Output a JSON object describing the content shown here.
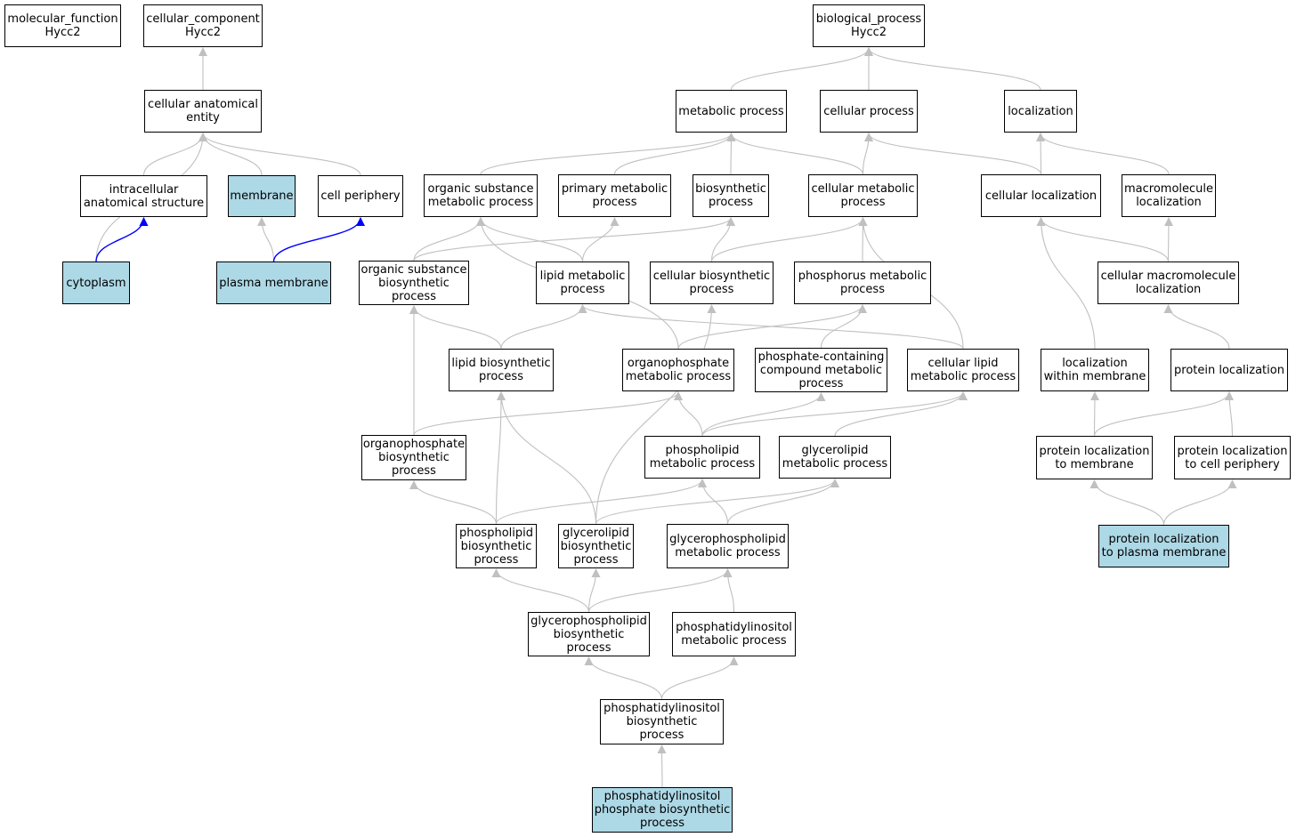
{
  "nodes": [
    {
      "id": "molecular_function",
      "label": "molecular_function\nHycc2",
      "highlight": false
    },
    {
      "id": "cellular_component",
      "label": "cellular_component\nHycc2",
      "highlight": false
    },
    {
      "id": "biological_process",
      "label": "biological_process\nHycc2",
      "highlight": false
    },
    {
      "id": "cellular_anatomical_entity",
      "label": "cellular anatomical\nentity",
      "highlight": false
    },
    {
      "id": "intracellular_anatomical_structure",
      "label": "intracellular\nanatomical structure",
      "highlight": false
    },
    {
      "id": "membrane",
      "label": "membrane",
      "highlight": true
    },
    {
      "id": "cell_periphery",
      "label": "cell periphery",
      "highlight": false
    },
    {
      "id": "cytoplasm",
      "label": "cytoplasm",
      "highlight": true
    },
    {
      "id": "plasma_membrane",
      "label": "plasma membrane",
      "highlight": true
    },
    {
      "id": "metabolic_process",
      "label": "metabolic process",
      "highlight": false
    },
    {
      "id": "cellular_process",
      "label": "cellular process",
      "highlight": false
    },
    {
      "id": "localization",
      "label": "localization",
      "highlight": false
    },
    {
      "id": "organic_substance_metabolic_process",
      "label": "organic substance\nmetabolic process",
      "highlight": false
    },
    {
      "id": "primary_metabolic_process",
      "label": "primary metabolic\nprocess",
      "highlight": false
    },
    {
      "id": "biosynthetic_process",
      "label": "biosynthetic\nprocess",
      "highlight": false
    },
    {
      "id": "cellular_metabolic_process",
      "label": "cellular metabolic\nprocess",
      "highlight": false
    },
    {
      "id": "cellular_localization",
      "label": "cellular localization",
      "highlight": false
    },
    {
      "id": "macromolecule_localization",
      "label": "macromolecule\nlocalization",
      "highlight": false
    },
    {
      "id": "organic_substance_biosynthetic_process",
      "label": "organic substance\nbiosynthetic\nprocess",
      "highlight": false
    },
    {
      "id": "lipid_metabolic_process",
      "label": "lipid metabolic\nprocess",
      "highlight": false
    },
    {
      "id": "cellular_biosynthetic_process",
      "label": "cellular biosynthetic\nprocess",
      "highlight": false
    },
    {
      "id": "phosphorus_metabolic_process",
      "label": "phosphorus metabolic\nprocess",
      "highlight": false
    },
    {
      "id": "cellular_macromolecule_localization",
      "label": "cellular macromolecule\nlocalization",
      "highlight": false
    },
    {
      "id": "lipid_biosynthetic_process",
      "label": "lipid biosynthetic\nprocess",
      "highlight": false
    },
    {
      "id": "organophosphate_metabolic_process",
      "label": "organophosphate\nmetabolic process",
      "highlight": false
    },
    {
      "id": "phosphate_containing_compound_metabolic_process",
      "label": "phosphate-containing\ncompound metabolic\nprocess",
      "highlight": false
    },
    {
      "id": "cellular_lipid_metabolic_process",
      "label": "cellular lipid\nmetabolic process",
      "highlight": false
    },
    {
      "id": "localization_within_membrane",
      "label": "localization\nwithin membrane",
      "highlight": false
    },
    {
      "id": "protein_localization",
      "label": "protein localization",
      "highlight": false
    },
    {
      "id": "organophosphate_biosynthetic_process",
      "label": "organophosphate\nbiosynthetic\nprocess",
      "highlight": false
    },
    {
      "id": "phospholipid_metabolic_process",
      "label": "phospholipid\nmetabolic process",
      "highlight": false
    },
    {
      "id": "glycerolipid_metabolic_process",
      "label": "glycerolipid\nmetabolic process",
      "highlight": false
    },
    {
      "id": "protein_localization_to_membrane",
      "label": "protein localization\nto membrane",
      "highlight": false
    },
    {
      "id": "protein_localization_to_cell_periphery",
      "label": "protein localization\nto cell periphery",
      "highlight": false
    },
    {
      "id": "phospholipid_biosynthetic_process",
      "label": "phospholipid\nbiosynthetic\nprocess",
      "highlight": false
    },
    {
      "id": "glycerolipid_biosynthetic_process",
      "label": "glycerolipid\nbiosynthetic\nprocess",
      "highlight": false
    },
    {
      "id": "glycerophospholipid_metabolic_process",
      "label": "glycerophospholipid\nmetabolic process",
      "highlight": false
    },
    {
      "id": "protein_localization_to_plasma_membrane",
      "label": "protein localization\nto plasma membrane",
      "highlight": true
    },
    {
      "id": "glycerophospholipid_biosynthetic_process",
      "label": "glycerophospholipid\nbiosynthetic\nprocess",
      "highlight": false
    },
    {
      "id": "phosphatidylinositol_metabolic_process",
      "label": "phosphatidylinositol\nmetabolic process",
      "highlight": false
    },
    {
      "id": "phosphatidylinositol_biosynthetic_process",
      "label": "phosphatidylinositol\nbiosynthetic\nprocess",
      "highlight": false
    },
    {
      "id": "phosphatidylinositol_phosphate_biosynthetic_process",
      "label": "phosphatidylinositol\nphosphate biosynthetic\nprocess",
      "highlight": true
    }
  ],
  "edges": [
    {
      "from": "cellular_anatomical_entity",
      "to": "cellular_component",
      "color": "gray"
    },
    {
      "from": "intracellular_anatomical_structure",
      "to": "cellular_anatomical_entity",
      "color": "gray"
    },
    {
      "from": "membrane",
      "to": "cellular_anatomical_entity",
      "color": "gray"
    },
    {
      "from": "cell_periphery",
      "to": "cellular_anatomical_entity",
      "color": "gray"
    },
    {
      "from": "cytoplasm",
      "to": "cellular_anatomical_entity",
      "color": "gray"
    },
    {
      "from": "cytoplasm",
      "to": "intracellular_anatomical_structure",
      "color": "blue"
    },
    {
      "from": "plasma_membrane",
      "to": "membrane",
      "color": "gray"
    },
    {
      "from": "plasma_membrane",
      "to": "cell_periphery",
      "color": "blue"
    },
    {
      "from": "metabolic_process",
      "to": "biological_process",
      "color": "gray"
    },
    {
      "from": "cellular_process",
      "to": "biological_process",
      "color": "gray"
    },
    {
      "from": "localization",
      "to": "biological_process",
      "color": "gray"
    },
    {
      "from": "organic_substance_metabolic_process",
      "to": "metabolic_process",
      "color": "gray"
    },
    {
      "from": "primary_metabolic_process",
      "to": "metabolic_process",
      "color": "gray"
    },
    {
      "from": "biosynthetic_process",
      "to": "metabolic_process",
      "color": "gray"
    },
    {
      "from": "cellular_metabolic_process",
      "to": "metabolic_process",
      "color": "gray"
    },
    {
      "from": "cellular_metabolic_process",
      "to": "cellular_process",
      "color": "gray"
    },
    {
      "from": "cellular_localization",
      "to": "cellular_process",
      "color": "gray"
    },
    {
      "from": "cellular_localization",
      "to": "localization",
      "color": "gray"
    },
    {
      "from": "macromolecule_localization",
      "to": "localization",
      "color": "gray"
    },
    {
      "from": "organic_substance_biosynthetic_process",
      "to": "organic_substance_metabolic_process",
      "color": "gray"
    },
    {
      "from": "organic_substance_biosynthetic_process",
      "to": "biosynthetic_process",
      "color": "gray"
    },
    {
      "from": "lipid_metabolic_process",
      "to": "organic_substance_metabolic_process",
      "color": "gray"
    },
    {
      "from": "lipid_metabolic_process",
      "to": "primary_metabolic_process",
      "color": "gray"
    },
    {
      "from": "cellular_biosynthetic_process",
      "to": "biosynthetic_process",
      "color": "gray"
    },
    {
      "from": "cellular_biosynthetic_process",
      "to": "cellular_metabolic_process",
      "color": "gray"
    },
    {
      "from": "phosphorus_metabolic_process",
      "to": "cellular_metabolic_process",
      "color": "gray"
    },
    {
      "from": "cellular_macromolecule_localization",
      "to": "cellular_localization",
      "color": "gray"
    },
    {
      "from": "cellular_macromolecule_localization",
      "to": "macromolecule_localization",
      "color": "gray"
    },
    {
      "from": "lipid_biosynthetic_process",
      "to": "organic_substance_biosynthetic_process",
      "color": "gray"
    },
    {
      "from": "lipid_biosynthetic_process",
      "to": "lipid_metabolic_process",
      "color": "gray"
    },
    {
      "from": "organophosphate_metabolic_process",
      "to": "organic_substance_metabolic_process",
      "color": "gray"
    },
    {
      "from": "organophosphate_metabolic_process",
      "to": "phosphorus_metabolic_process",
      "color": "gray"
    },
    {
      "from": "phosphate_containing_compound_metabolic_process",
      "to": "phosphorus_metabolic_process",
      "color": "gray"
    },
    {
      "from": "cellular_lipid_metabolic_process",
      "to": "lipid_metabolic_process",
      "color": "gray"
    },
    {
      "from": "cellular_lipid_metabolic_process",
      "to": "cellular_metabolic_process",
      "color": "gray"
    },
    {
      "from": "localization_within_membrane",
      "to": "cellular_localization",
      "color": "gray"
    },
    {
      "from": "protein_localization",
      "to": "cellular_macromolecule_localization",
      "color": "gray"
    },
    {
      "from": "organophosphate_biosynthetic_process",
      "to": "organic_substance_biosynthetic_process",
      "color": "gray"
    },
    {
      "from": "organophosphate_biosynthetic_process",
      "to": "organophosphate_metabolic_process",
      "color": "gray"
    },
    {
      "from": "phospholipid_metabolic_process",
      "to": "organophosphate_metabolic_process",
      "color": "gray"
    },
    {
      "from": "phospholipid_metabolic_process",
      "to": "phosphate_containing_compound_metabolic_process",
      "color": "gray"
    },
    {
      "from": "phospholipid_metabolic_process",
      "to": "cellular_lipid_metabolic_process",
      "color": "gray"
    },
    {
      "from": "glycerolipid_metabolic_process",
      "to": "cellular_lipid_metabolic_process",
      "color": "gray"
    },
    {
      "from": "protein_localization_to_membrane",
      "to": "localization_within_membrane",
      "color": "gray"
    },
    {
      "from": "protein_localization_to_membrane",
      "to": "protein_localization",
      "color": "gray"
    },
    {
      "from": "protein_localization_to_cell_periphery",
      "to": "protein_localization",
      "color": "gray"
    },
    {
      "from": "phospholipid_biosynthetic_process",
      "to": "organophosphate_biosynthetic_process",
      "color": "gray"
    },
    {
      "from": "phospholipid_biosynthetic_process",
      "to": "lipid_biosynthetic_process",
      "color": "gray"
    },
    {
      "from": "phospholipid_biosynthetic_process",
      "to": "phospholipid_metabolic_process",
      "color": "gray"
    },
    {
      "from": "glycerolipid_biosynthetic_process",
      "to": "lipid_biosynthetic_process",
      "color": "gray"
    },
    {
      "from": "glycerolipid_biosynthetic_process",
      "to": "cellular_biosynthetic_process",
      "color": "gray"
    },
    {
      "from": "glycerolipid_biosynthetic_process",
      "to": "glycerolipid_metabolic_process",
      "color": "gray"
    },
    {
      "from": "glycerophospholipid_metabolic_process",
      "to": "phospholipid_metabolic_process",
      "color": "gray"
    },
    {
      "from": "glycerophospholipid_metabolic_process",
      "to": "glycerolipid_metabolic_process",
      "color": "gray"
    },
    {
      "from": "protein_localization_to_plasma_membrane",
      "to": "protein_localization_to_membrane",
      "color": "gray"
    },
    {
      "from": "protein_localization_to_plasma_membrane",
      "to": "protein_localization_to_cell_periphery",
      "color": "gray"
    },
    {
      "from": "glycerophospholipid_biosynthetic_process",
      "to": "phospholipid_biosynthetic_process",
      "color": "gray"
    },
    {
      "from": "glycerophospholipid_biosynthetic_process",
      "to": "glycerolipid_biosynthetic_process",
      "color": "gray"
    },
    {
      "from": "glycerophospholipid_biosynthetic_process",
      "to": "glycerophospholipid_metabolic_process",
      "color": "gray"
    },
    {
      "from": "phosphatidylinositol_metabolic_process",
      "to": "glycerophospholipid_metabolic_process",
      "color": "gray"
    },
    {
      "from": "phosphatidylinositol_biosynthetic_process",
      "to": "glycerophospholipid_biosynthetic_process",
      "color": "gray"
    },
    {
      "from": "phosphatidylinositol_biosynthetic_process",
      "to": "phosphatidylinositol_metabolic_process",
      "color": "gray"
    },
    {
      "from": "phosphatidylinositol_phosphate_biosynthetic_process",
      "to": "phosphatidylinositol_biosynthetic_process",
      "color": "gray"
    }
  ],
  "colors": {
    "highlight_fill": "#add8e6",
    "edge_gray": "#c0c0c0",
    "edge_blue": "#0000ff",
    "border": "#000000"
  }
}
